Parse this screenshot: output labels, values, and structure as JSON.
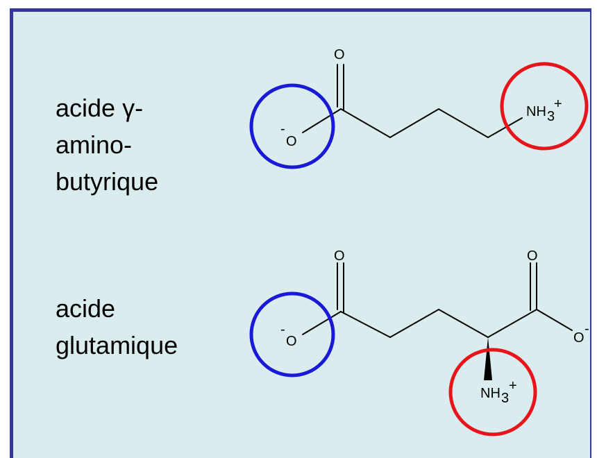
{
  "molecules": {
    "gaba": {
      "name_lines": [
        "acide γ-",
        "amino-",
        "butyrique"
      ],
      "carbonyl_oxygen": "O",
      "carboxylate_charge": "-",
      "carboxylate_oxygen": "O",
      "amine_nh": "NH",
      "amine_sub": "3",
      "amine_charge": "+"
    },
    "glutamate": {
      "name_lines": [
        "acide",
        "glutamique"
      ],
      "carbonyl_oxygen_left": "O",
      "carbonyl_oxygen_right": "O",
      "carboxylate_left_charge": "-",
      "carboxylate_left_oxygen": "O",
      "carboxylate_right_oxygen": "O",
      "carboxylate_right_charge": "-",
      "amine_nh": "NH",
      "amine_sub": "3",
      "amine_charge": "+"
    }
  },
  "colors": {
    "panel_background": "#daecee",
    "panel_border": "#33399a",
    "carboxylate_circle": "#1a1ad6",
    "amine_circle": "#e8141c"
  }
}
